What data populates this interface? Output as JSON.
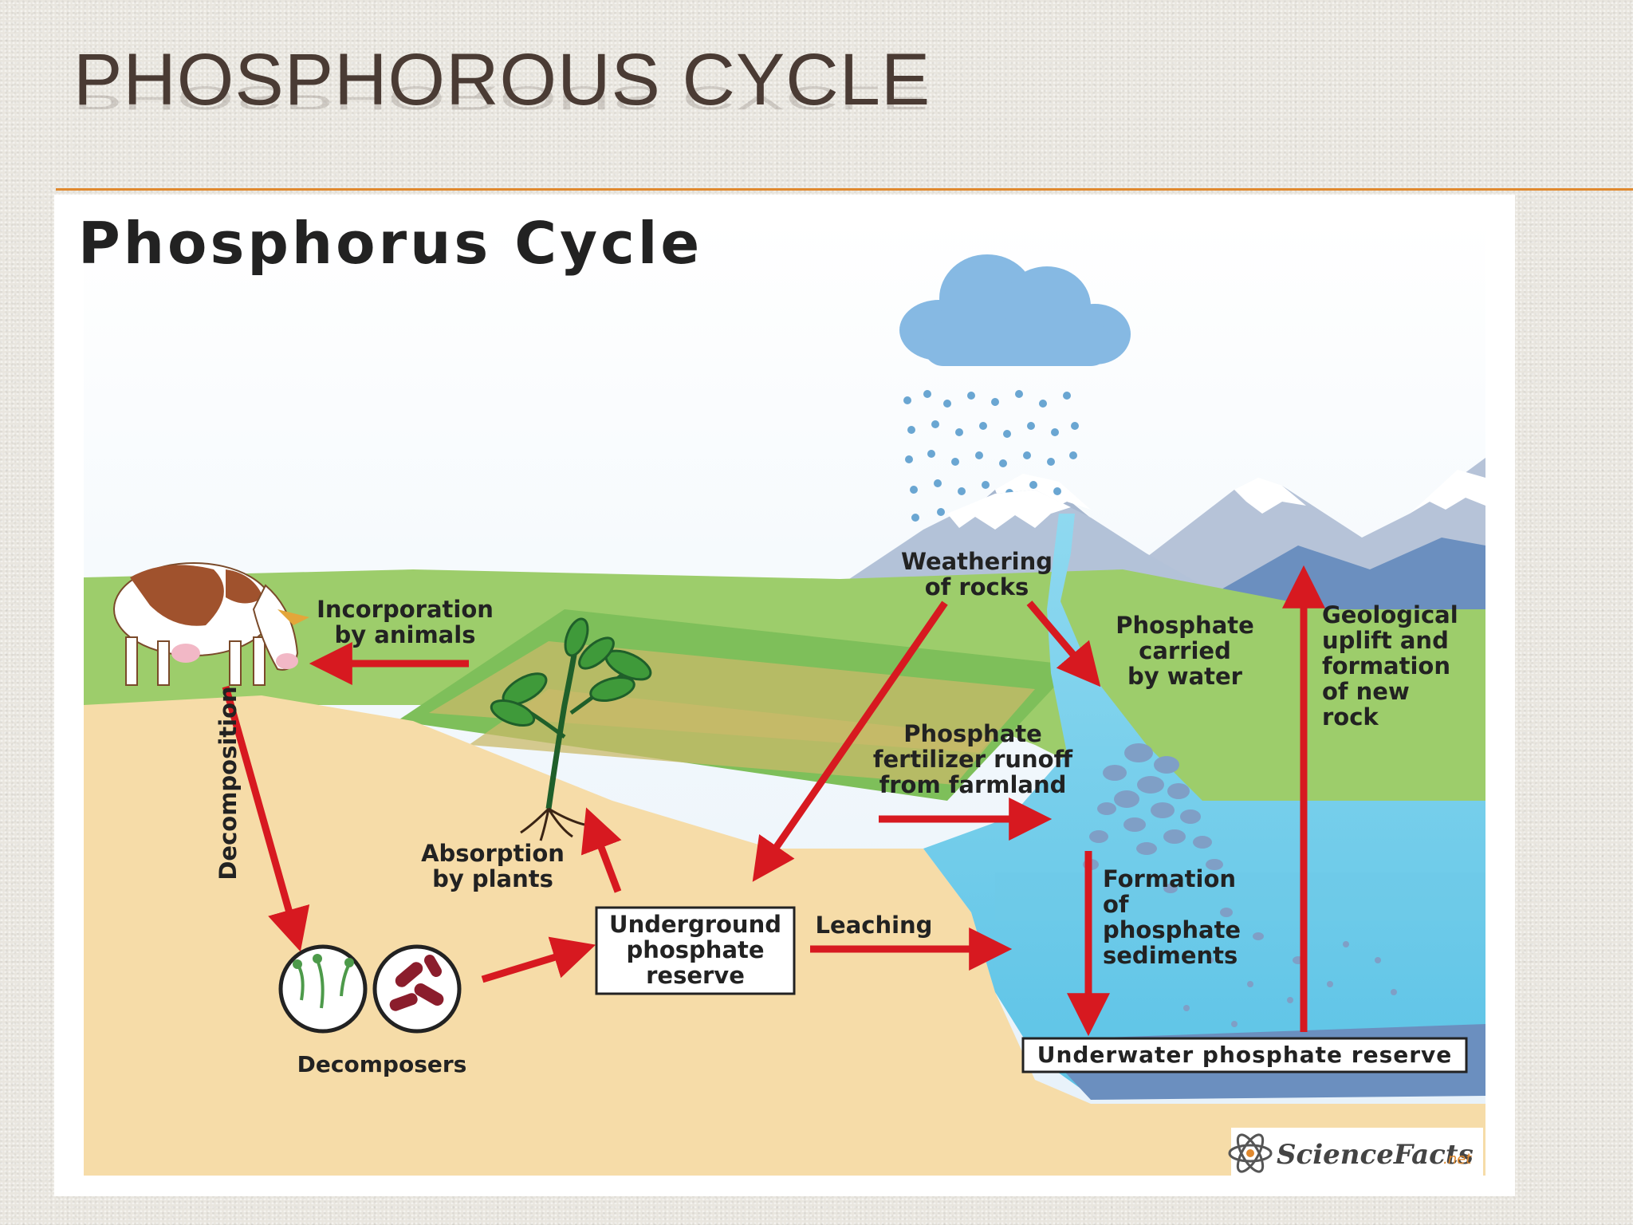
{
  "slide": {
    "title": "PHOSPHOROUS CYCLE"
  },
  "diagram": {
    "title": "Phosphorus Cycle",
    "labels": {
      "incorporation_1": "Incorporation",
      "incorporation_2": "by animals",
      "decomposition": "Decomposition",
      "absorption_1": "Absorption",
      "absorption_2": "by plants",
      "decomposers": "Decomposers",
      "underground_1": "Underground",
      "underground_2": "phosphate",
      "underground_3": "reserve",
      "leaching": "Leaching",
      "weathering_1": "Weathering",
      "weathering_2": "of rocks",
      "carried_1": "Phosphate",
      "carried_2": "carried",
      "carried_3": "by water",
      "fertilizer_1": "Phosphate",
      "fertilizer_2": "fertilizer runoff",
      "fertilizer_3": "from farmland",
      "geological_1": "Geological",
      "geological_2": "uplift and",
      "geological_3": "formation",
      "geological_4": "of new",
      "geological_5": "rock",
      "sediments_1": "Formation",
      "sediments_2": "of",
      "sediments_3": "phosphate",
      "sediments_4": "sediments",
      "underwater": "Underwater phosphate reserve"
    },
    "watermark": "ScienceFacts",
    "watermark_suffix": ".net",
    "colors": {
      "arrow": "#d71920",
      "soil": "#f6dca8",
      "grass": "#9dcd6b",
      "water": "#72cde9",
      "deep_water": "#6b8fbf",
      "mountain": "#a7b7cf",
      "cloud": "#86b9e3"
    }
  }
}
